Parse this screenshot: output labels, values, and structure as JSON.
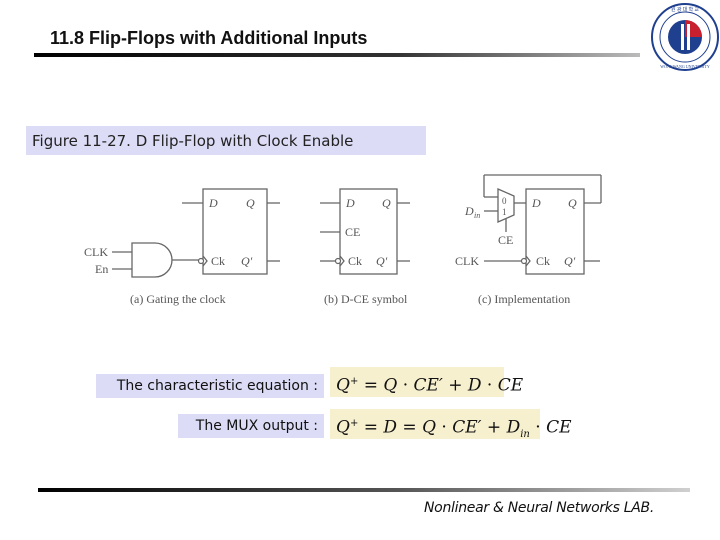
{
  "slide": {
    "title": "11.8 Flip-Flops with Additional Inputs",
    "caption": "Figure 11-27. D Flip-Flop with Clock Enable",
    "footer": "Nonlinear & Neural Networks LAB.",
    "logo_text": "원광대학교 WONKWANG UNIVERSITY"
  },
  "diagram": {
    "a": {
      "clk": "CLK",
      "en": "En",
      "d": "D",
      "q": "Q",
      "ck": "Ck",
      "qbar": "Q′",
      "caption": "(a) Gating the clock"
    },
    "b": {
      "d": "D",
      "q": "Q",
      "ce": "CE",
      "ck": "Ck",
      "qbar": "Q′",
      "caption": "(b) D-CE symbol"
    },
    "c": {
      "din": "D",
      "din_sub": "in",
      "mux0": "0",
      "mux1": "1",
      "ce": "CE",
      "clk": "CLK",
      "d": "D",
      "q": "Q",
      "ck": "Ck",
      "qbar": "Q′",
      "caption": "(c) Implementation"
    }
  },
  "equations": {
    "char_label": "The characteristic equation :",
    "mux_label": "The MUX output :"
  },
  "colors": {
    "label_bg": "#dcdcf6",
    "equation_bg": "#f7f0cf",
    "line": "#666666"
  }
}
